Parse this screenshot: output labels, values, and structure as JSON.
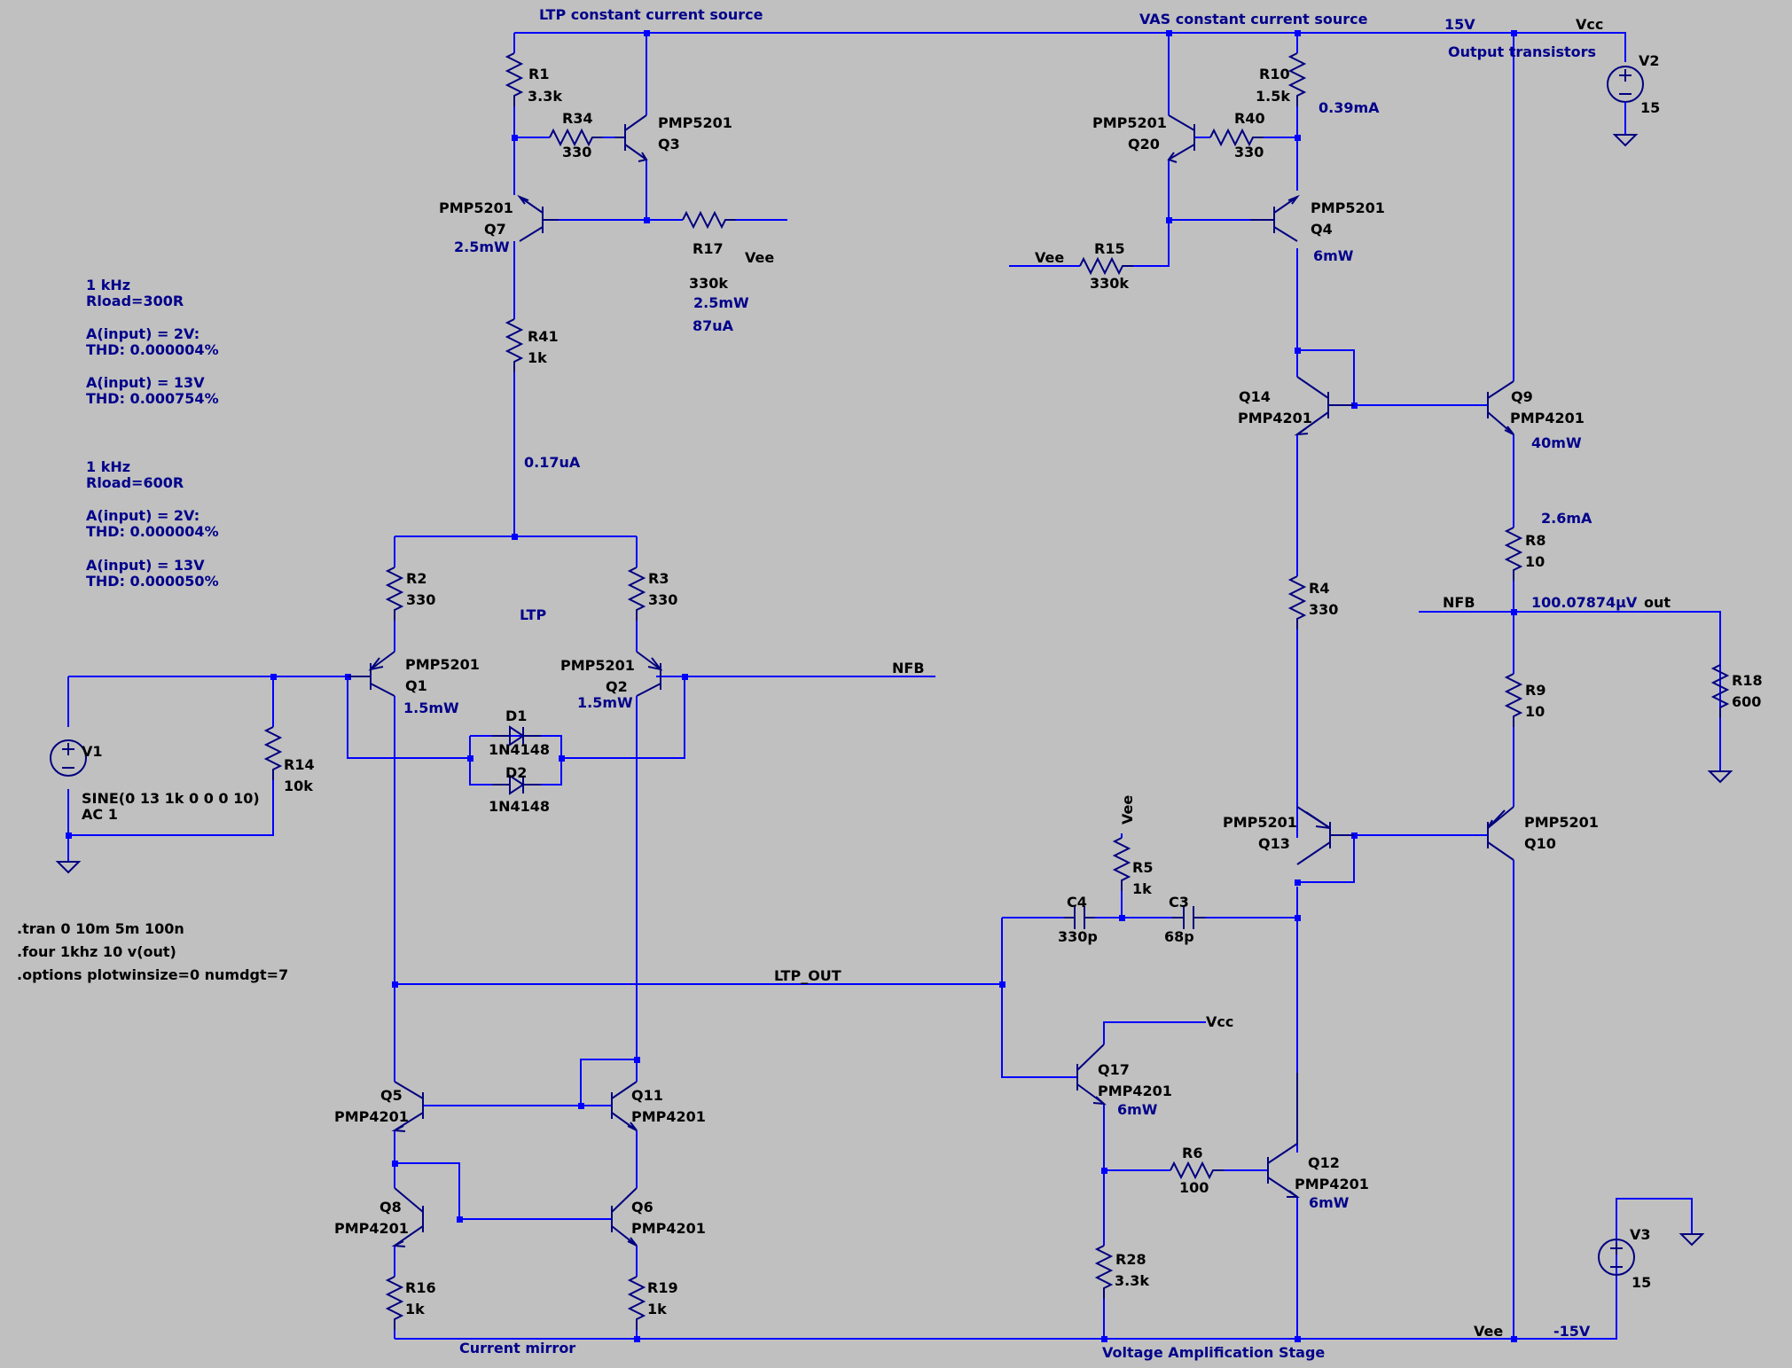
{
  "titles": {
    "ltp_ccs": "LTP constant current source",
    "vas_ccs": "VAS constant current source",
    "output": "Output transistors",
    "ltp": "LTP",
    "current_mirror": "Current mirror",
    "vas": "Voltage Amplification Stage"
  },
  "rails": {
    "plus15": "15V",
    "vcc": "Vcc",
    "vee": "Vee",
    "minus15": "-15V"
  },
  "nets": {
    "nfb": "NFB",
    "out": "out",
    "ltp_out": "LTP_OUT"
  },
  "notes": {
    "block1": [
      "1 kHz",
      "Rload=300R",
      "",
      "A(input) = 2V:",
      "THD:  0.000004%",
      "",
      "A(input) = 13V",
      "THD: 0.000754%"
    ],
    "block2": [
      "1 kHz",
      "Rload=600R",
      "",
      "A(input) = 2V:",
      "THD:  0.000004%",
      "",
      "A(input) = 13V",
      "THD: 0.000050%"
    ]
  },
  "directives": [
    ".tran 0 10m 5m 100n",
    ".four 1khz 10 v(out)",
    ".options plotwinsize=0 numdgt=7"
  ],
  "measurements": {
    "q7_power": "2.5mW",
    "r17_power": "2.5mW",
    "r17_current": "87uA",
    "r41_current": "0.17uA",
    "r10_current": "0.39mA",
    "q4_power": "6mW",
    "q9_power": "40mW",
    "r8_current": "2.6mA",
    "nfb_voltage": "100.07874µV",
    "q1_power": "1.5mW",
    "q2_power": "1.5mW",
    "q17_power": "6mW",
    "q12_power": "6mW"
  },
  "resistors": [
    {
      "ref": "R1",
      "value": "3.3k"
    },
    {
      "ref": "R34",
      "value": "330"
    },
    {
      "ref": "R17",
      "value": "330k"
    },
    {
      "ref": "R41",
      "value": "1k"
    },
    {
      "ref": "R2",
      "value": "330"
    },
    {
      "ref": "R3",
      "value": "330"
    },
    {
      "ref": "R14",
      "value": "10k"
    },
    {
      "ref": "R16",
      "value": "1k"
    },
    {
      "ref": "R19",
      "value": "1k"
    },
    {
      "ref": "R10",
      "value": "1.5k"
    },
    {
      "ref": "R40",
      "value": "330"
    },
    {
      "ref": "R15",
      "value": "330k"
    },
    {
      "ref": "R4",
      "value": "330"
    },
    {
      "ref": "R8",
      "value": "10"
    },
    {
      "ref": "R9",
      "value": "10"
    },
    {
      "ref": "R18",
      "value": "600"
    },
    {
      "ref": "R5",
      "value": "1k"
    },
    {
      "ref": "R6",
      "value": "100"
    },
    {
      "ref": "R28",
      "value": "3.3k"
    }
  ],
  "capacitors": [
    {
      "ref": "C4",
      "value": "330p"
    },
    {
      "ref": "C3",
      "value": "68p"
    }
  ],
  "diodes": [
    {
      "ref": "D1",
      "model": "1N4148"
    },
    {
      "ref": "D2",
      "model": "1N4148"
    }
  ],
  "transistors": [
    {
      "ref": "Q3",
      "model": "PMP5201"
    },
    {
      "ref": "Q7",
      "model": "PMP5201"
    },
    {
      "ref": "Q20",
      "model": "PMP5201"
    },
    {
      "ref": "Q4",
      "model": "PMP5201"
    },
    {
      "ref": "Q14",
      "model": "PMP4201"
    },
    {
      "ref": "Q9",
      "model": "PMP4201"
    },
    {
      "ref": "Q1",
      "model": "PMP5201"
    },
    {
      "ref": "Q2",
      "model": "PMP5201"
    },
    {
      "ref": "Q13",
      "model": "PMP5201"
    },
    {
      "ref": "Q10",
      "model": "PMP5201"
    },
    {
      "ref": "Q17",
      "model": "PMP4201"
    },
    {
      "ref": "Q12",
      "model": "PMP4201"
    },
    {
      "ref": "Q5",
      "model": "PMP4201"
    },
    {
      "ref": "Q11",
      "model": "PMP4201"
    },
    {
      "ref": "Q8",
      "model": "PMP4201"
    },
    {
      "ref": "Q6",
      "model": "PMP4201"
    }
  ],
  "sources": [
    {
      "ref": "V1",
      "line1": "SINE(0 13 1k 0 0 0 10)",
      "line2": "AC 1"
    },
    {
      "ref": "V2",
      "value": "15"
    },
    {
      "ref": "V3",
      "value": "15"
    }
  ],
  "colors": {
    "background": "#c0c0c0",
    "wire": "#0000ff",
    "component": "#000080",
    "label": "#000000",
    "annotation": "#00008b"
  }
}
